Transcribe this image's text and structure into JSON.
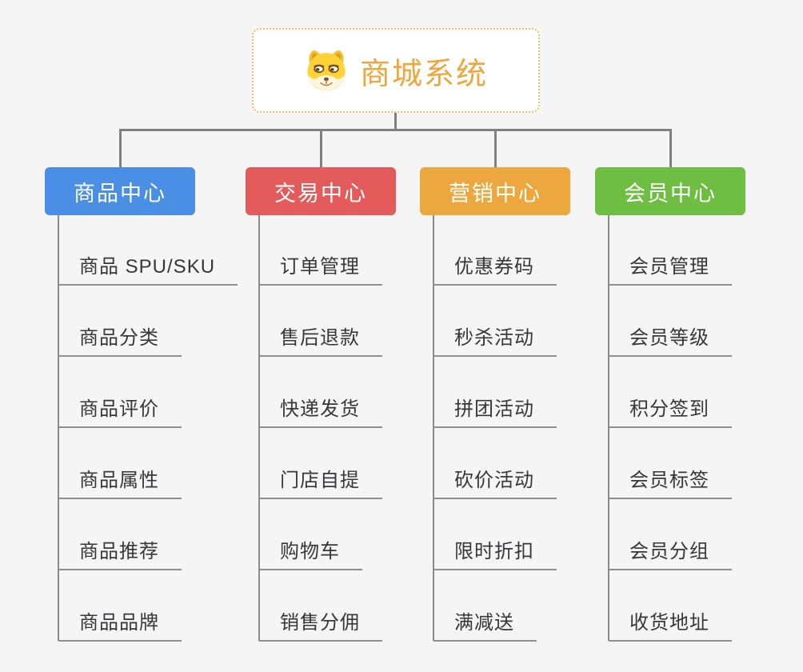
{
  "canvas": {
    "background": "#f5f5f5"
  },
  "root": {
    "title": "商城系统",
    "icon": "dog-face-icon",
    "accent_color": "#F0A63C",
    "border_color": "#F4BC5E",
    "background": "#ffffff"
  },
  "connectors": {
    "color": "#808080",
    "underline_color": "#8f8f8f"
  },
  "branches": [
    {
      "label": "商品中心",
      "color": "#4A8EE5",
      "children": [
        "商品 SPU/SKU",
        "商品分类",
        "商品评价",
        "商品属性",
        "商品推荐",
        "商品品牌"
      ]
    },
    {
      "label": "交易中心",
      "color": "#E45B5B",
      "children": [
        "订单管理",
        "售后退款",
        "快递发货",
        "门店自提",
        "购物车",
        "销售分佣"
      ]
    },
    {
      "label": "营销中心",
      "color": "#ECA83E",
      "children": [
        "优惠券码",
        "秒杀活动",
        "拼团活动",
        "砍价活动",
        "限时折扣",
        "满减送"
      ]
    },
    {
      "label": "会员中心",
      "color": "#6FBE44",
      "children": [
        "会员管理",
        "会员等级",
        "积分签到",
        "会员标签",
        "会员分组",
        "收货地址"
      ]
    }
  ]
}
